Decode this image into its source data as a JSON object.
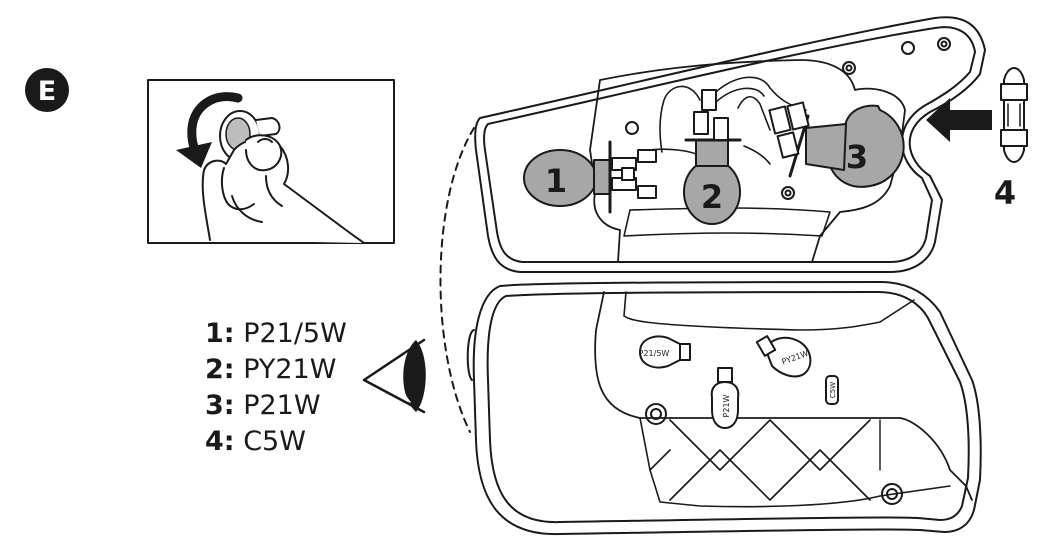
{
  "step": {
    "label": "E"
  },
  "bulbs": [
    {
      "number": "1",
      "type": "P21/5W"
    },
    {
      "number": "2",
      "type": "PY21W"
    },
    {
      "number": "3",
      "type": "P21W"
    },
    {
      "number": "4",
      "type": "C5W"
    }
  ],
  "legend": [
    {
      "key": "1:",
      "value": "P21/5W"
    },
    {
      "key": "2:",
      "value": "PY21W"
    },
    {
      "key": "3:",
      "value": "P21W"
    },
    {
      "key": "4:",
      "value": "C5W"
    }
  ],
  "spare_bulb_labels": [
    "P21/5W",
    "PY21W",
    "P21W",
    "C5W"
  ],
  "colors": {
    "line": "#1a1a1a",
    "bulb_fill": "#a7a7a7",
    "background": "#ffffff"
  }
}
